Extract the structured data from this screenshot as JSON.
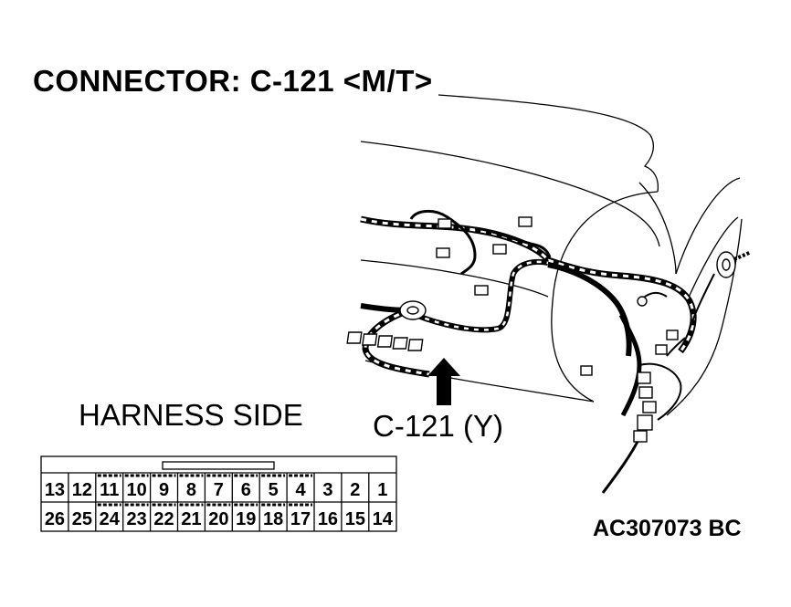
{
  "diagram": {
    "title": "CONNECTOR: C-121 <M/T>",
    "side_label": "HARNESS SIDE",
    "connector_label": "C-121 (Y)",
    "figure_code": "AC307073 BC"
  },
  "connector_face": {
    "top_row": [
      "13",
      "12",
      "11",
      "10",
      "9",
      "8",
      "7",
      "6",
      "5",
      "4",
      "3",
      "2",
      "1"
    ],
    "bottom_row": [
      "26",
      "25",
      "24",
      "23",
      "22",
      "21",
      "20",
      "19",
      "18",
      "17",
      "16",
      "15",
      "14"
    ],
    "dashed_pins": [
      "11",
      "10",
      "9",
      "8",
      "7",
      "6",
      "5",
      "4",
      "24",
      "23",
      "22",
      "21",
      "20",
      "19",
      "18",
      "17"
    ]
  }
}
